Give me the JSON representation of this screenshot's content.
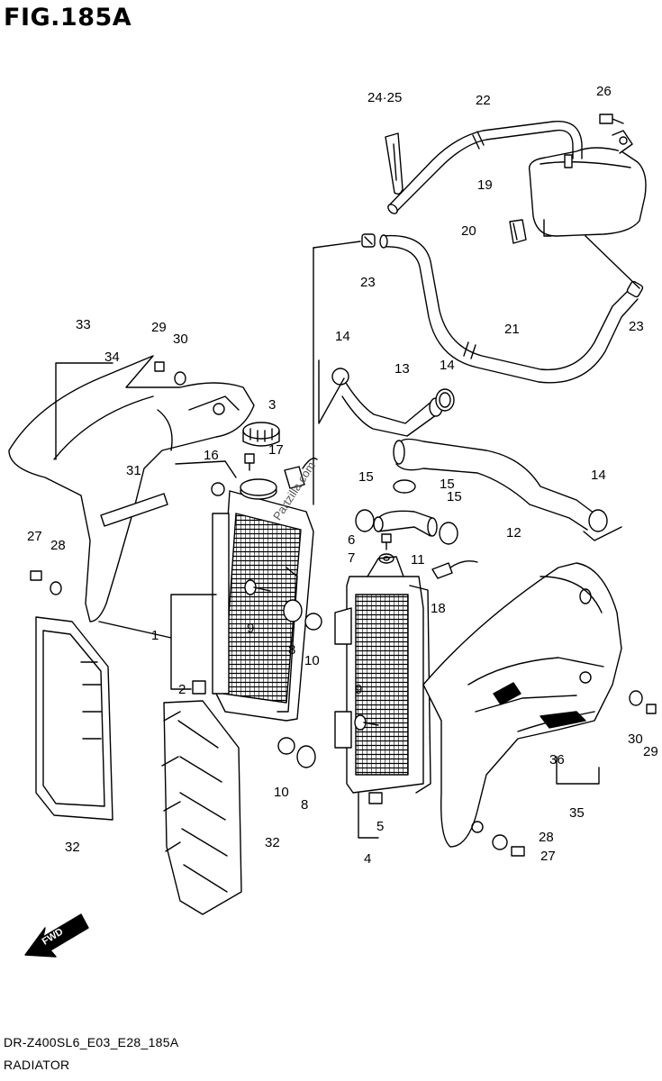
{
  "figure": {
    "title": "FIG.185A"
  },
  "footer": {
    "model_code": "DR-Z400SL6_E03_E28_185A",
    "group_name": "RADIATOR"
  },
  "watermark": "Partzilla.com",
  "direction_arrow": {
    "label": "FWD",
    "icon": "fwd-arrow-icon"
  },
  "callouts": [
    {
      "id": "c1",
      "text": "1"
    },
    {
      "id": "c2",
      "text": "2"
    },
    {
      "id": "c3",
      "text": "3"
    },
    {
      "id": "c4",
      "text": "4"
    },
    {
      "id": "c5",
      "text": "5"
    },
    {
      "id": "c6",
      "text": "6"
    },
    {
      "id": "c7",
      "text": "7"
    },
    {
      "id": "c8a",
      "text": "8"
    },
    {
      "id": "c8b",
      "text": "8"
    },
    {
      "id": "c9a",
      "text": "9"
    },
    {
      "id": "c9b",
      "text": "9"
    },
    {
      "id": "c10a",
      "text": "10"
    },
    {
      "id": "c10b",
      "text": "10"
    },
    {
      "id": "c11",
      "text": "11"
    },
    {
      "id": "c12",
      "text": "12"
    },
    {
      "id": "c13",
      "text": "13"
    },
    {
      "id": "c14a",
      "text": "14"
    },
    {
      "id": "c14b",
      "text": "14"
    },
    {
      "id": "c14c",
      "text": "14"
    },
    {
      "id": "c15a",
      "text": "15"
    },
    {
      "id": "c15b",
      "text": "15"
    },
    {
      "id": "c15c",
      "text": "15"
    },
    {
      "id": "c16",
      "text": "16"
    },
    {
      "id": "c17",
      "text": "17"
    },
    {
      "id": "c18",
      "text": "18"
    },
    {
      "id": "c19",
      "text": "19"
    },
    {
      "id": "c20",
      "text": "20"
    },
    {
      "id": "c21",
      "text": "21"
    },
    {
      "id": "c22",
      "text": "22"
    },
    {
      "id": "c23a",
      "text": "23"
    },
    {
      "id": "c23b",
      "text": "23"
    },
    {
      "id": "c2425",
      "text": "24·25"
    },
    {
      "id": "c26",
      "text": "26"
    },
    {
      "id": "c27a",
      "text": "27"
    },
    {
      "id": "c27b",
      "text": "27"
    },
    {
      "id": "c28a",
      "text": "28"
    },
    {
      "id": "c28b",
      "text": "28"
    },
    {
      "id": "c29a",
      "text": "29"
    },
    {
      "id": "c29b",
      "text": "29"
    },
    {
      "id": "c30a",
      "text": "30"
    },
    {
      "id": "c30b",
      "text": "30"
    },
    {
      "id": "c31",
      "text": "31"
    },
    {
      "id": "c32a",
      "text": "32"
    },
    {
      "id": "c32b",
      "text": "32"
    },
    {
      "id": "c33",
      "text": "33"
    },
    {
      "id": "c34",
      "text": "34"
    },
    {
      "id": "c35",
      "text": "35"
    },
    {
      "id": "c36",
      "text": "36"
    }
  ]
}
